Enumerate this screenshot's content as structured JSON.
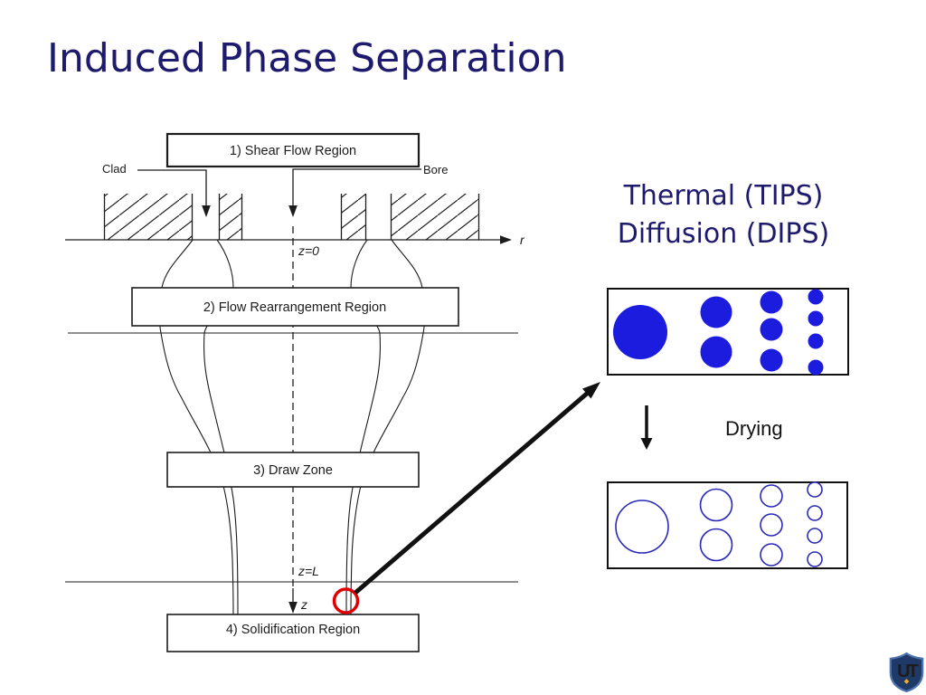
{
  "slide": {
    "title": "Induced Phase Separation"
  },
  "palette": {
    "title_navy": "#1e1a6d",
    "diagram_ink": "#1c1c1c",
    "droplet_blue": "#1c1cdf",
    "hollow_ring_blue": "#2929b8",
    "highlight_red": "#e10000",
    "logo_navy": "#1f3a69",
    "logo_border_blue": "#4d74ab",
    "logo_gold": "#eab31e"
  },
  "diagram": {
    "region_boxes": [
      {
        "label": "1) Shear Flow Region"
      },
      {
        "label": "2) Flow Rearrangement Region"
      },
      {
        "label": "3) Draw Zone"
      },
      {
        "label": "4) Solidification Region"
      }
    ],
    "annotations": {
      "clad": "Clad",
      "bore": "Bore",
      "r_axis": "r",
      "z_origin": "z=0",
      "z_length": "z=L",
      "z_axis": "z"
    }
  },
  "right_panel": {
    "heading_line1": "Thermal (TIPS)",
    "heading_line2": "Diffusion (DIPS)",
    "process_label": "Drying",
    "droplet_columns": [
      {
        "count": 1,
        "radius": 30
      },
      {
        "count": 2,
        "radius": 18
      },
      {
        "count": 3,
        "radius": 12
      },
      {
        "count": 4,
        "radius": 8
      }
    ]
  },
  "logo": {
    "monogram": "UT"
  }
}
